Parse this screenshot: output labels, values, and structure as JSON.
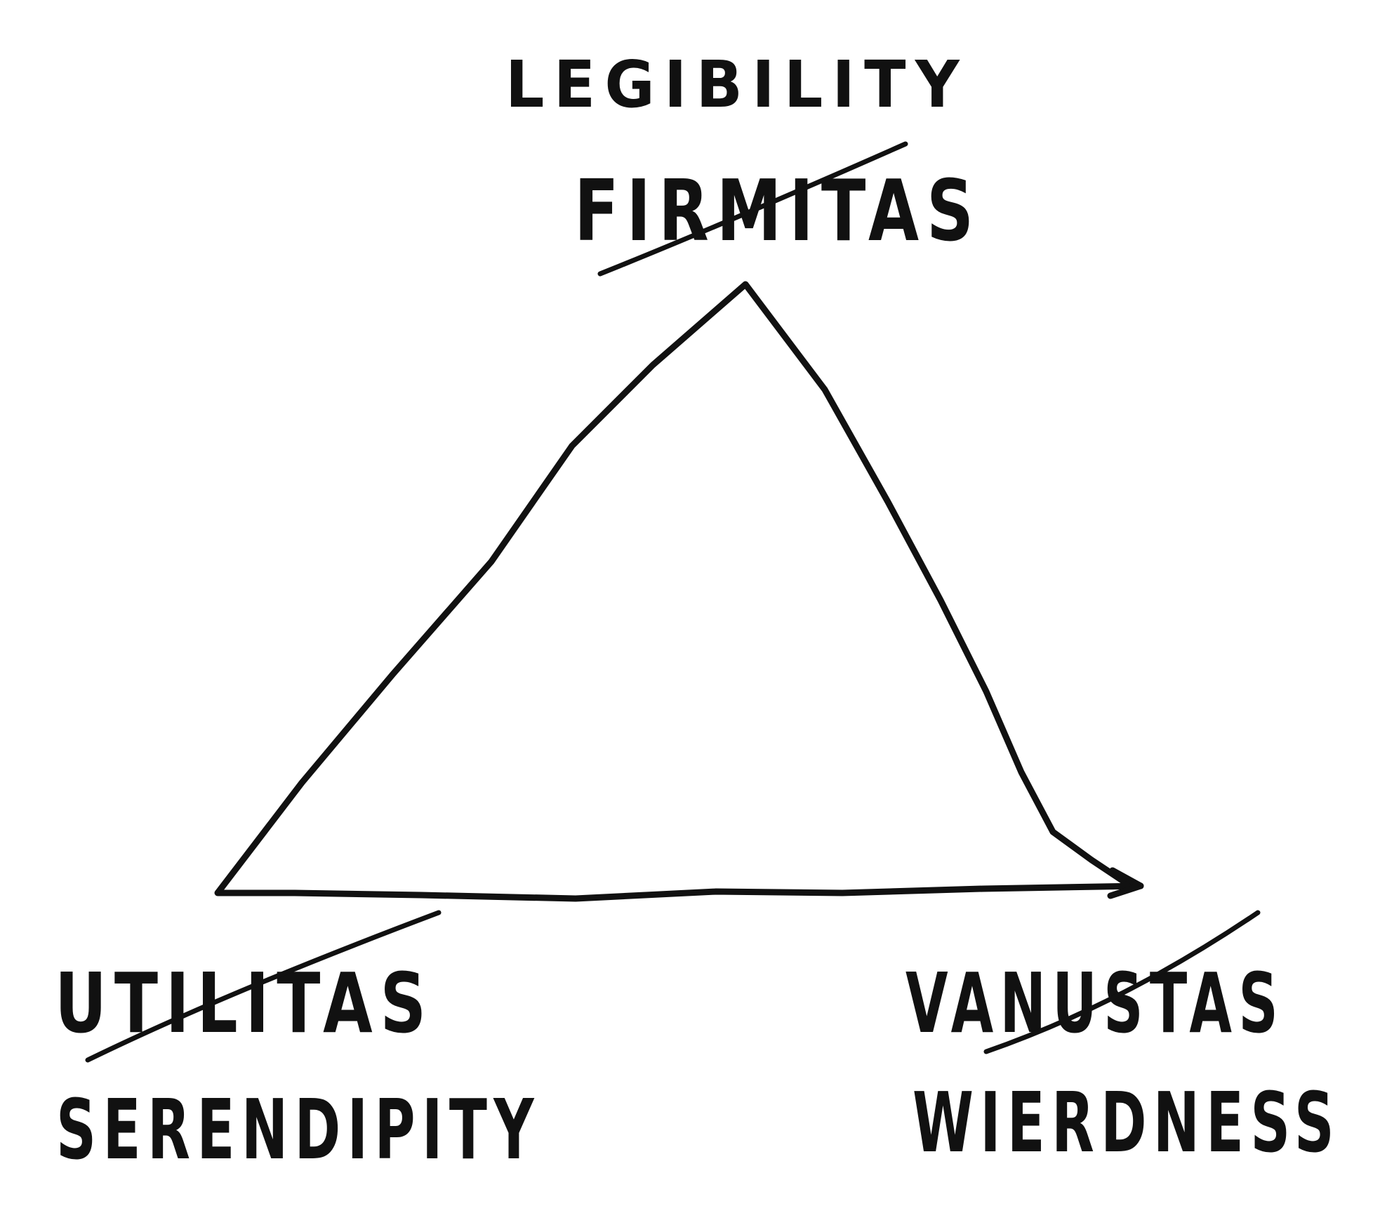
{
  "diagram": {
    "stroke_color": "#111111",
    "background_color": "#ffffff",
    "top": {
      "new_label": "LEGIBILITY",
      "crossed_out_label": "FIRMITAS"
    },
    "bottom_left": {
      "crossed_out_label": "UTILITAS",
      "new_label": "SERENDIPITY"
    },
    "bottom_right": {
      "crossed_out_label": "VANUSTAS",
      "new_label": "WIERDNESS"
    }
  }
}
